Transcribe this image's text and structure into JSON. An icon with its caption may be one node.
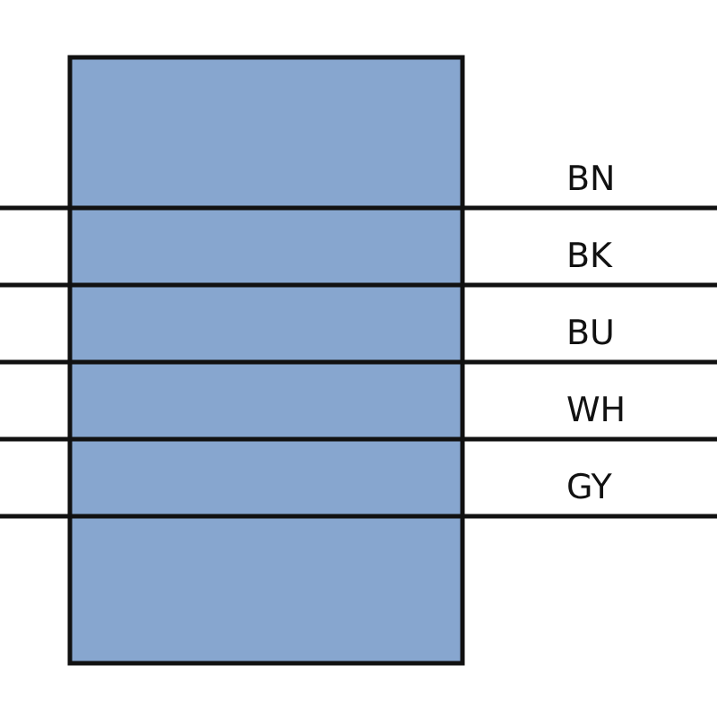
{
  "diagram": {
    "labels": [
      "BN",
      "BK",
      "BU",
      "WH",
      "GY"
    ]
  }
}
